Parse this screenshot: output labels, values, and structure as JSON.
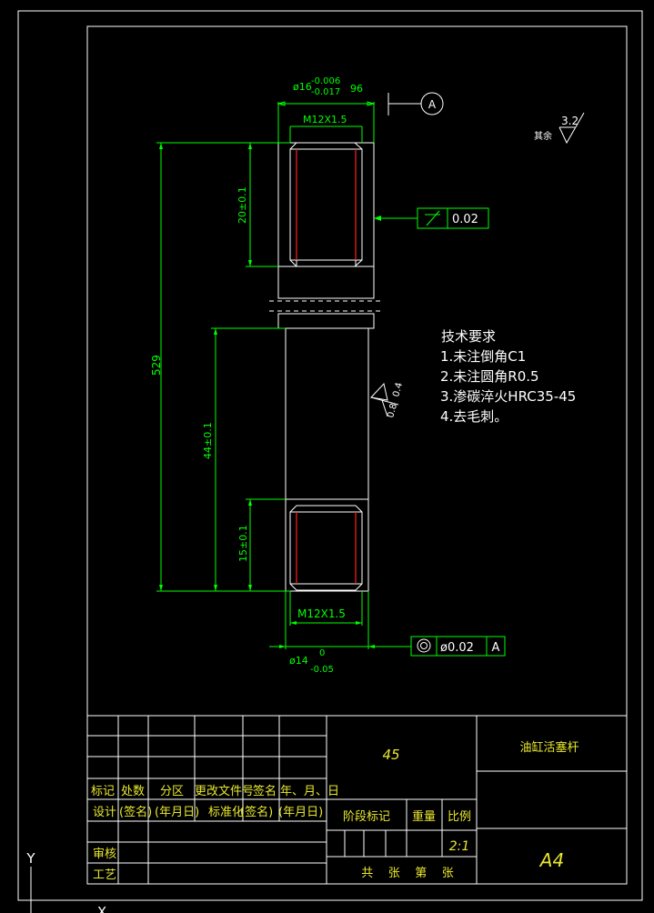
{
  "drawing": {
    "dims": {
      "dia16": "ø16",
      "dia16_upper": "-0.006",
      "dia16_lower": "-0.017",
      "dia16_suffix": "96",
      "thread_top": "M12X1.5",
      "len_20": "20±0.1",
      "len_529": "529",
      "len_44": "44±0.1",
      "len_15": "15±0.1",
      "thread_bottom": "M12X1.5",
      "dia14": "ø14",
      "dia14_upper": "0",
      "dia14_lower": "-0.05"
    },
    "datum": "A",
    "runout_tol": "0.02",
    "concentric_tol": "ø0.02",
    "concentric_datum": "A",
    "rough_other": "3.2",
    "rough_other_label": "其余",
    "rough_a": "0.4",
    "rough_b": "0.8"
  },
  "tech_req": {
    "title": "技术要求",
    "items": [
      "1.未注倒角C1",
      "2.未注圆角R0.5",
      "3.渗碳淬火HRC35-45",
      "4.去毛刺。"
    ]
  },
  "title_block": {
    "material": "45",
    "part_name": "油缸活塞杆",
    "row_headers": [
      "标记",
      "处数",
      "分区",
      "更改文件号",
      "签名",
      "年、月、日"
    ],
    "design_row": [
      "设计",
      "(签名)",
      "(年月日)",
      "标准化",
      "(签名)",
      "(年月日)"
    ],
    "stage_label": "阶段标记",
    "weight_label": "重量",
    "scale_label": "比例",
    "scale_value": "2:1",
    "review": "审核",
    "process": "工艺",
    "sheets": "共    张    第    张",
    "size": "A4"
  },
  "axis": {
    "y": "Y",
    "x": "X"
  }
}
